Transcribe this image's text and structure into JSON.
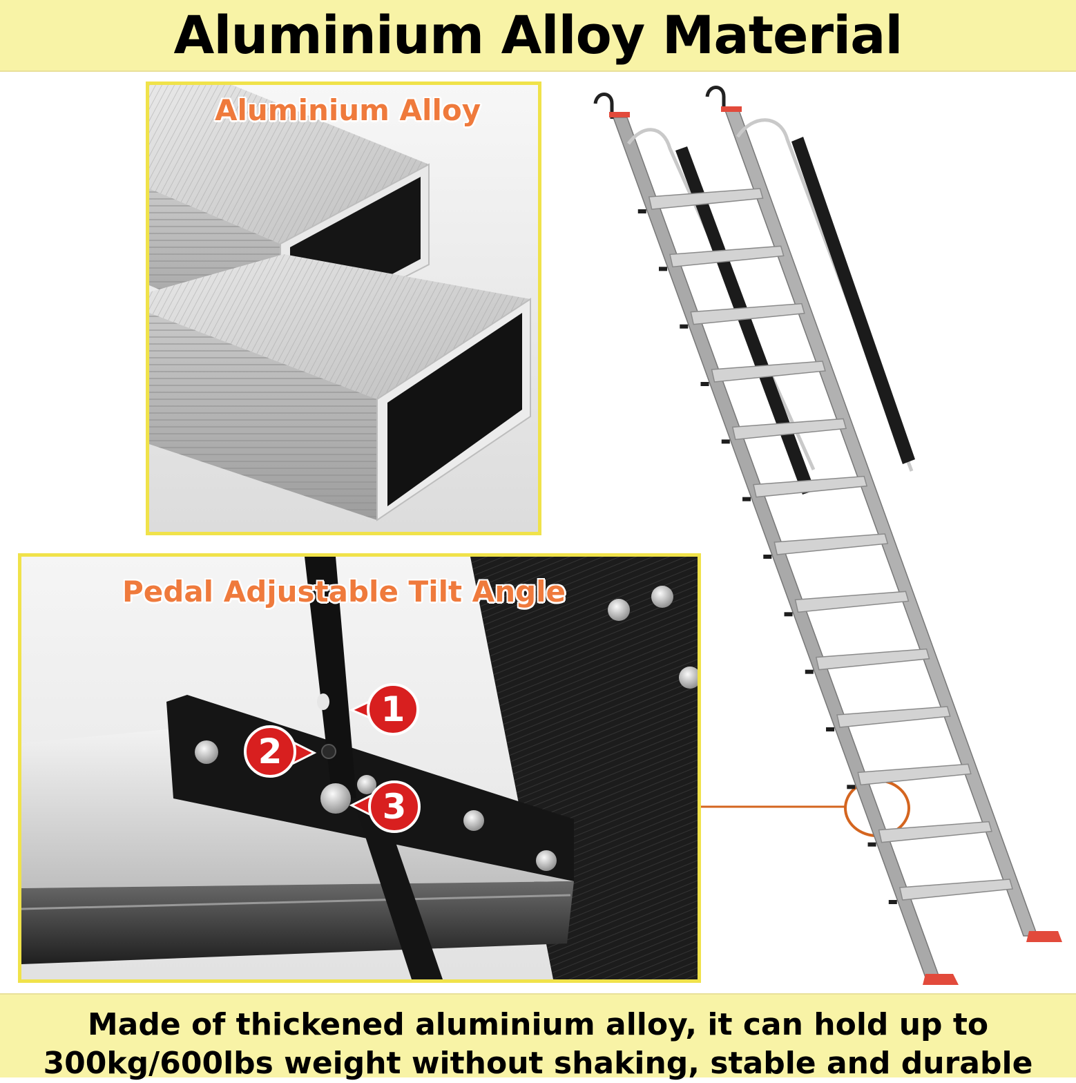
{
  "header": {
    "title": "Aluminium Alloy Material"
  },
  "panel_profile": {
    "label": "Aluminium Alloy"
  },
  "panel_pedal": {
    "label": "Pedal Adjustable Tilt Angle",
    "callouts": [
      "1",
      "2",
      "3"
    ]
  },
  "footer": {
    "line1": "Made of thickened aluminium alloy, it can hold up to",
    "line2": "300kg/600lbs weight without shaking, stable and durable"
  },
  "colors": {
    "band": "#f8f3a6",
    "panel_border": "#f0e24a",
    "label_orange": "#ef7a3c",
    "callout_red": "#d81f1f",
    "leader_orange": "#d4651f"
  }
}
